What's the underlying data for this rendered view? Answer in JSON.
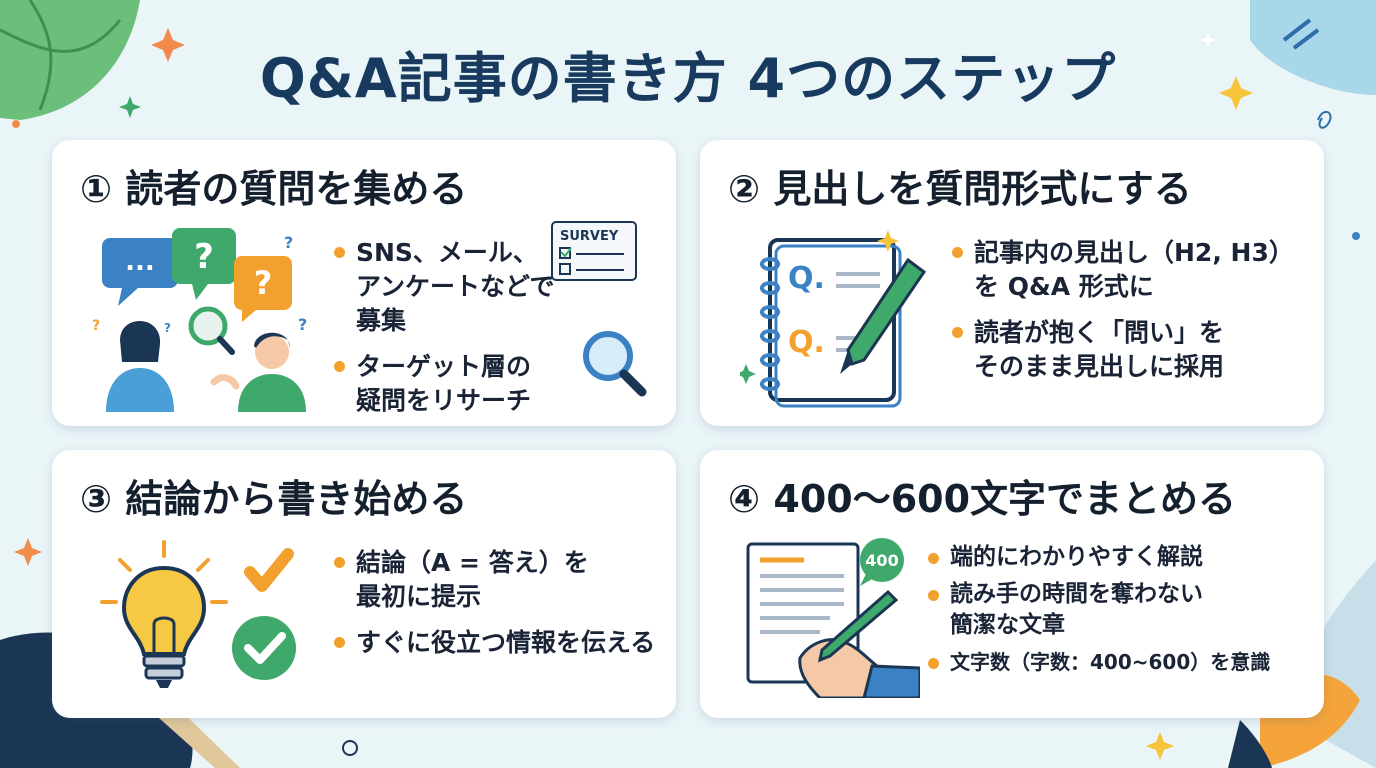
{
  "title": "Q&A記事の書き方 4つのステップ",
  "colors": {
    "title": "#173a5e",
    "bullet": "#f2a12e",
    "accent_blue": "#3b82c4",
    "accent_green": "#3fa96b",
    "accent_orange": "#f2a12e"
  },
  "cards": [
    {
      "title": "① 読者の質問を集める",
      "bullets": [
        "SNS、メール、\nアンケートなどで募集",
        "ターゲット層の\n疑問をリサーチ"
      ],
      "survey_label": "SURVEY",
      "bubble_dots": "...",
      "bubble_q": "?"
    },
    {
      "title": "② 見出しを質問形式にする",
      "bullets": [
        "記事内の見出し（H2, H3）\nを Q&A 形式に",
        "読者が抱く「問い」を\nそのまま見出しに採用"
      ],
      "notebook_q": "Q."
    },
    {
      "title": "③ 結論から書き始める",
      "bullets": [
        "結論（A = 答え）を\n最初に提示",
        "すぐに役立つ情報を伝える"
      ]
    },
    {
      "title": "④ 400〜600文字でまとめる",
      "bullets": [
        "端的にわかりやすく解説",
        "読み手の時間を奪わない\n簡潔な文章",
        "文字数（字数：400~600）を意識"
      ],
      "badge": "400"
    }
  ]
}
